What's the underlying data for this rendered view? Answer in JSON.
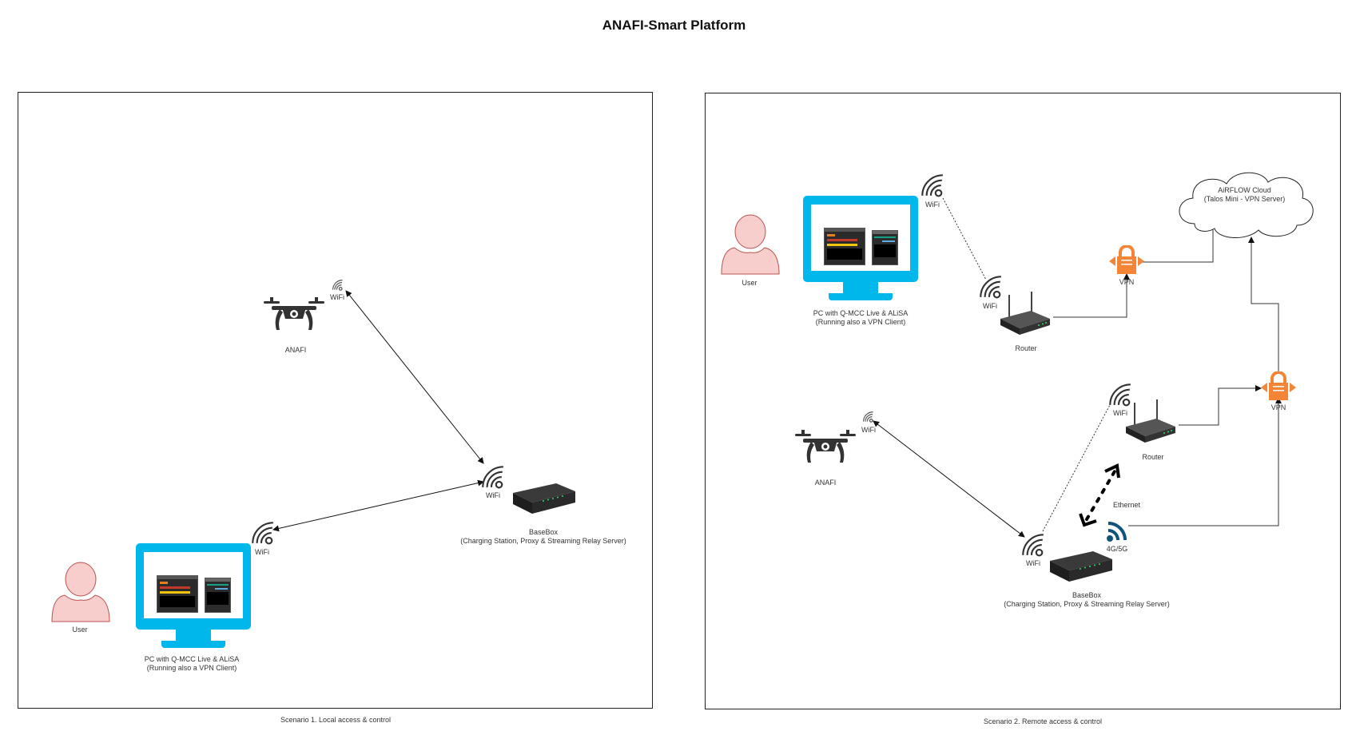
{
  "title": "ANAFI-Smart Platform",
  "scenario1": {
    "caption": "Scenario 1. Local access & control",
    "drone_label": "ANAFI",
    "drone_wifi": "WiFi",
    "basebox_wifi": "WiFi",
    "basebox_label_1": "BaseBox",
    "basebox_label_2": "(Charging Station, Proxy & Streaming Relay Server)",
    "pc_wifi": "WiFi",
    "user_label": "User",
    "pc_label_1": "PC with Q-MCC Live & ALiSA",
    "pc_label_2": "(Running also a VPN Client)"
  },
  "scenario2": {
    "caption": "Scenario 2. Remote access & control",
    "user_label": "User",
    "pc_wifi": "WiFi",
    "pc_label_1": "PC with Q-MCC Live & ALiSA",
    "pc_label_2": "(Running also a VPN Client)",
    "router1_wifi": "WiFi",
    "router1_label": "Router",
    "vpn1_label": "VPN",
    "cloud_label_1": "AiRFLOW Cloud",
    "cloud_label_2": "(Talos Mini - VPN Server)",
    "vpn2_label": "VPN",
    "router2_wifi": "WiFi",
    "router2_label": "Router",
    "drone_label": "ANAFI",
    "drone_wifi": "WiFi",
    "ethernet_label": "Ethernet",
    "cellular_label": "4G/5G",
    "basebox_wifi": "WiFi",
    "basebox_label_1": "BaseBox",
    "basebox_label_2": "(Charging Station, Proxy & Streaming Relay Server)"
  },
  "colors": {
    "monitor": "#00b7eb",
    "user_fill": "#f8cecc",
    "user_stroke": "#b85450",
    "vpn": "#f58536",
    "cellular": "#10547e"
  }
}
